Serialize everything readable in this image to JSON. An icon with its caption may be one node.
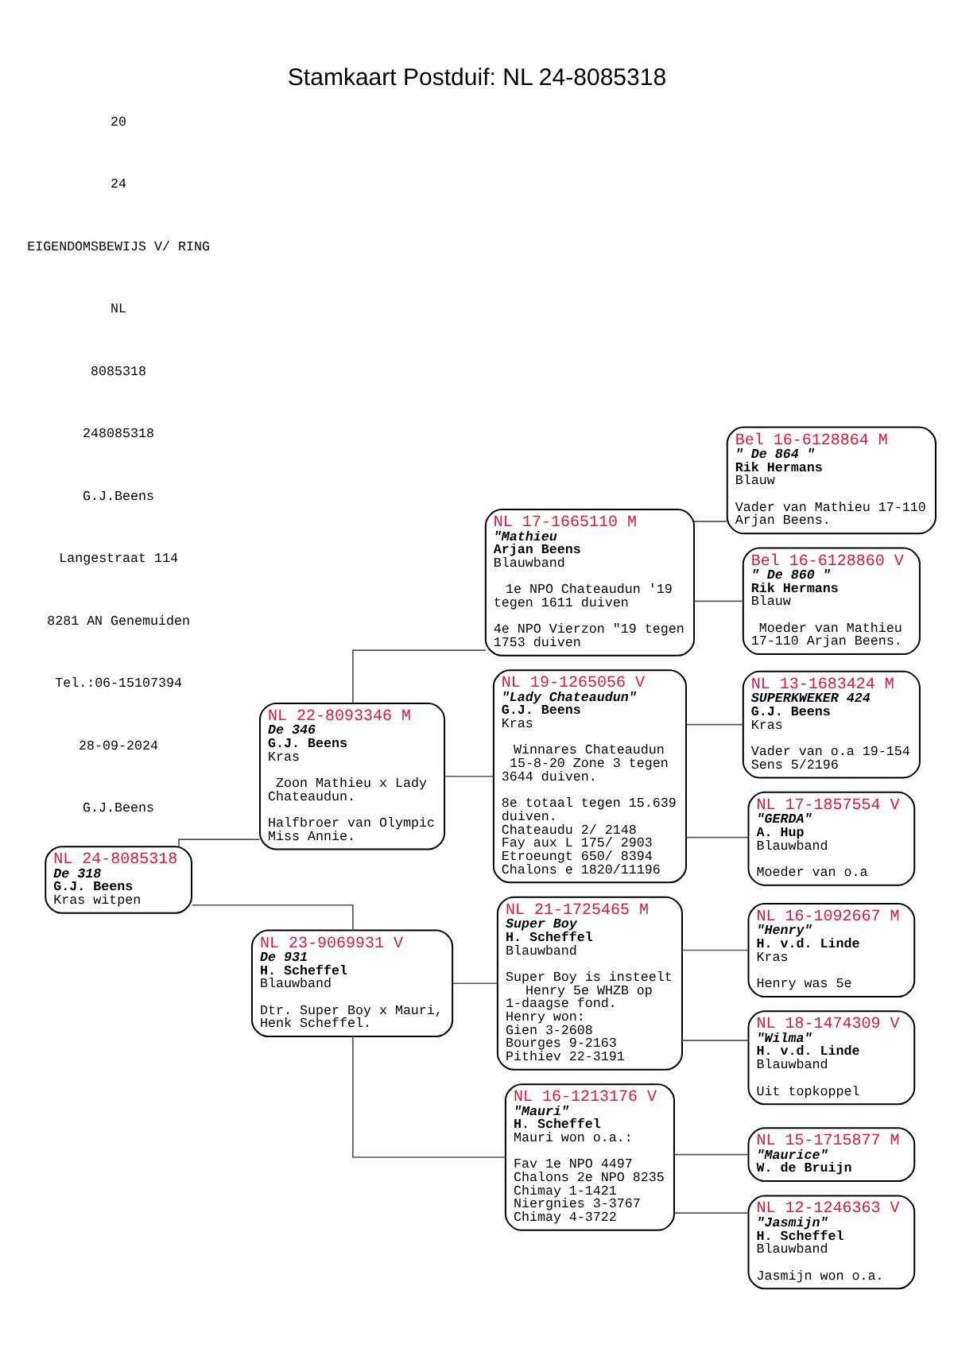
{
  "diagram": {
    "title": "Stamkaart Postduif: NL 24-8085318",
    "nodes": [
      {
        "text": [
          "NL 24-8085318",
          "De 318",
          "G.J. Beens",
          "Kras witpen"
        ]
      },
      {
        "text": [
          "NL 22-8093346 M",
          "De 346",
          "G.J. Beens",
          "Kras",
          "Zoon Mathieu x Lady Chateaudun.",
          "Halfbroer van Olympic Miss Annie."
        ]
      },
      {
        "text": [
          "NL 17-1665110 M",
          "\"Mathieu",
          "Arjan Beens",
          "Blauwband",
          "1e NPO Chateaudun '19 tegen 1611 duiven",
          "4e NPO Vierzon \"19 tegen 1753 duiven"
        ]
      },
      {
        "text": [
          "Bel 16-6128864 M",
          "\" De 864 \"",
          "Rik Hermans",
          "Blauw",
          "Vader van Mathieu 17-110 Arjan Beens."
        ]
      },
      {
        "text": [
          "Bel 16-6128860 V",
          "\" De 860 \"",
          "Rik Hermans",
          "Blauw",
          "Moeder van Mathieu 17-110 Arjan Beens."
        ]
      },
      {
        "text": [
          "NL 19-1265056 V",
          "\"Lady Chateaudun\"",
          "G.J. Beens",
          "Kras",
          "Winnares Chateaudun 15-8-20 Zone 3 tegen 3644 duiven.",
          "8e totaal tegen 15.639 duiven.",
          "Chateaudu 2/ 2148",
          "Fay aux L 175/ 2903",
          "Etroeungt 650/ 8394",
          "Chalons e 1820/11196"
        ]
      },
      {
        "text": [
          "NL 13-1683424 M",
          "SUPERKWEKER 424",
          "G.J. Beens",
          "Kras",
          "Vader van o.a 19-154 Sens 5/2196"
        ]
      },
      {
        "text": [
          "NL 17-1857554 V",
          "\"GERDA\"",
          "A. Hup",
          "Blauwband",
          "Moeder van o.a"
        ]
      },
      {
        "text": [
          "NL 23-9069931 V",
          "De 931",
          "H. Scheffel",
          "Blauwband",
          "Dtr. Super Boy x Mauri, Henk Scheffel."
        ]
      },
      {
        "text": [
          "NL 21-1725465 M",
          "Super Boy",
          "H. Scheffel",
          "Blauwband",
          "Super Boy is insteelt Henry 5e WHZB op 1-daagse fond.",
          "Henry won:",
          "Gien 3-2608",
          "Bourges 9-2163",
          "Pithiev 22-3191"
        ]
      },
      {
        "text": [
          "NL 16-1092667 M",
          "\"Henry\"",
          "H. v.d. Linde",
          "Kras",
          "Henry was 5e"
        ]
      },
      {
        "text": [
          "NL 18-1474309 V",
          "\"Wilma\"",
          "H. v.d. Linde",
          "Blauwband",
          "Uit topkoppel"
        ]
      },
      {
        "text": [
          "NL 16-1213176 V",
          "\"Mauri\"",
          "H. Scheffel",
          "Mauri won o.a.:",
          "Fav 1e NPO 4497",
          "Chalons 2e NPO 8235",
          "Chimay 1-1421",
          "Niergnies 3-3767",
          "Chimay 4-3722"
        ]
      },
      {
        "text": [
          "NL 15-1715877 M",
          "\"Maurice\"",
          "W. de Bruijn"
        ]
      },
      {
        "text": [
          "NL 12-1246363 V",
          "\"Jasmijn\"",
          "H. Scheffel",
          "Blauwband",
          "Jasmijn won o.a."
        ]
      }
    ],
    "edges": [
      {
        "from": 0,
        "to": 1,
        "arrow": "none"
      },
      {
        "from": 0,
        "to": 8,
        "arrow": "none"
      },
      {
        "from": 1,
        "to": 2,
        "arrow": "none"
      },
      {
        "from": 1,
        "to": 5,
        "arrow": "none"
      },
      {
        "from": 2,
        "to": 3,
        "arrow": "none"
      },
      {
        "from": 2,
        "to": 4,
        "arrow": "none"
      },
      {
        "from": 5,
        "to": 6,
        "arrow": "none"
      },
      {
        "from": 5,
        "to": 7,
        "arrow": "none"
      },
      {
        "from": 8,
        "to": 9,
        "arrow": "none"
      },
      {
        "from": 8,
        "to": 12,
        "arrow": "none"
      },
      {
        "from": 9,
        "to": 10,
        "arrow": "none"
      },
      {
        "from": 9,
        "to": 11,
        "arrow": "none"
      },
      {
        "from": 12,
        "to": 13,
        "arrow": "none"
      },
      {
        "from": 12,
        "to": 14,
        "arrow": "none"
      }
    ],
    "labels": [
      "20",
      "24",
      "EIGENDOMSBEWIJS V/ RING",
      "NL",
      "8085318",
      "248085318",
      "G.J.Beens",
      "Langestraat 114",
      "8281 AN Genemuiden",
      "Tel.:06-15107394",
      "28-09-2024",
      "G.J.Beens"
    ]
  }
}
